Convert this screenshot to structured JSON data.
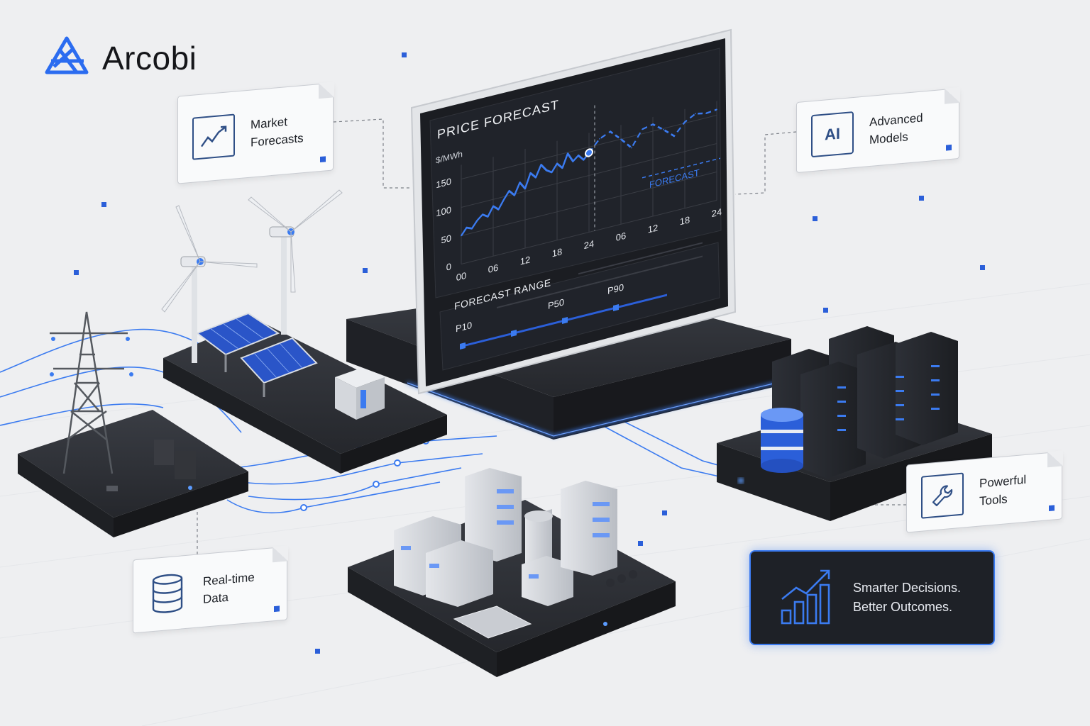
{
  "brand": {
    "name": "Arcobi",
    "logo_icon": "arcobi-logo-icon"
  },
  "cards": {
    "market": {
      "line1": "Market",
      "line2": "Forecasts",
      "icon": "trend-chart-icon"
    },
    "ai": {
      "line1": "Advanced",
      "line2": "Models",
      "icon": "ai-chip-icon",
      "chip_label": "AI"
    },
    "tools": {
      "line1": "Powerful",
      "line2": "Tools",
      "icon": "wrench-icon"
    },
    "data": {
      "line1": "Real-time",
      "line2": "Data",
      "icon": "database-icon"
    }
  },
  "outcome": {
    "line1": "Smarter Decisions.",
    "line2": "Better Outcomes.",
    "icon": "growth-bars-icon"
  },
  "monitor": {
    "title": "PRICE FORECAST",
    "unit": "$/MWh",
    "forecast_label": "FORECAST",
    "range_title": "FORECAST RANGE",
    "range_labels": [
      "P10",
      "P50",
      "P90"
    ],
    "range_values": [
      0.25,
      0.5,
      0.75
    ]
  },
  "chart_data": {
    "type": "line",
    "title": "PRICE FORECAST",
    "ylabel": "$/MWh",
    "yticks": [
      "0",
      "50",
      "100",
      "150"
    ],
    "xticks": [
      "00",
      "06",
      "12",
      "18",
      "24",
      "06",
      "12",
      "18",
      "24"
    ],
    "ylim": [
      0,
      175
    ],
    "series": [
      {
        "name": "",
        "x": [
          0,
          1,
          2,
          3,
          4,
          5,
          6,
          7,
          8,
          9,
          10,
          11,
          12,
          13,
          14,
          15,
          16,
          17,
          18,
          19,
          20,
          21,
          22,
          23,
          24
        ],
        "values": [
          50,
          62,
          58,
          70,
          78,
          72,
          88,
          80,
          95,
          108,
          98,
          118,
          105,
          130,
          120,
          140,
          128,
          122,
          135,
          125,
          148,
          132,
          140,
          130,
          140
        ]
      },
      {
        "name": "FORECAST",
        "x": [
          24,
          26,
          28,
          30,
          32,
          34,
          36,
          38,
          40,
          42,
          44,
          46,
          48
        ],
        "values": [
          140,
          160,
          168,
          150,
          130,
          158,
          162,
          148,
          132,
          152,
          162,
          158,
          160
        ]
      }
    ]
  },
  "colors": {
    "accent": "#2b5fd9",
    "glow": "#3b7bf0",
    "platform": "#2b2d33",
    "screen": "#1b1d22"
  }
}
